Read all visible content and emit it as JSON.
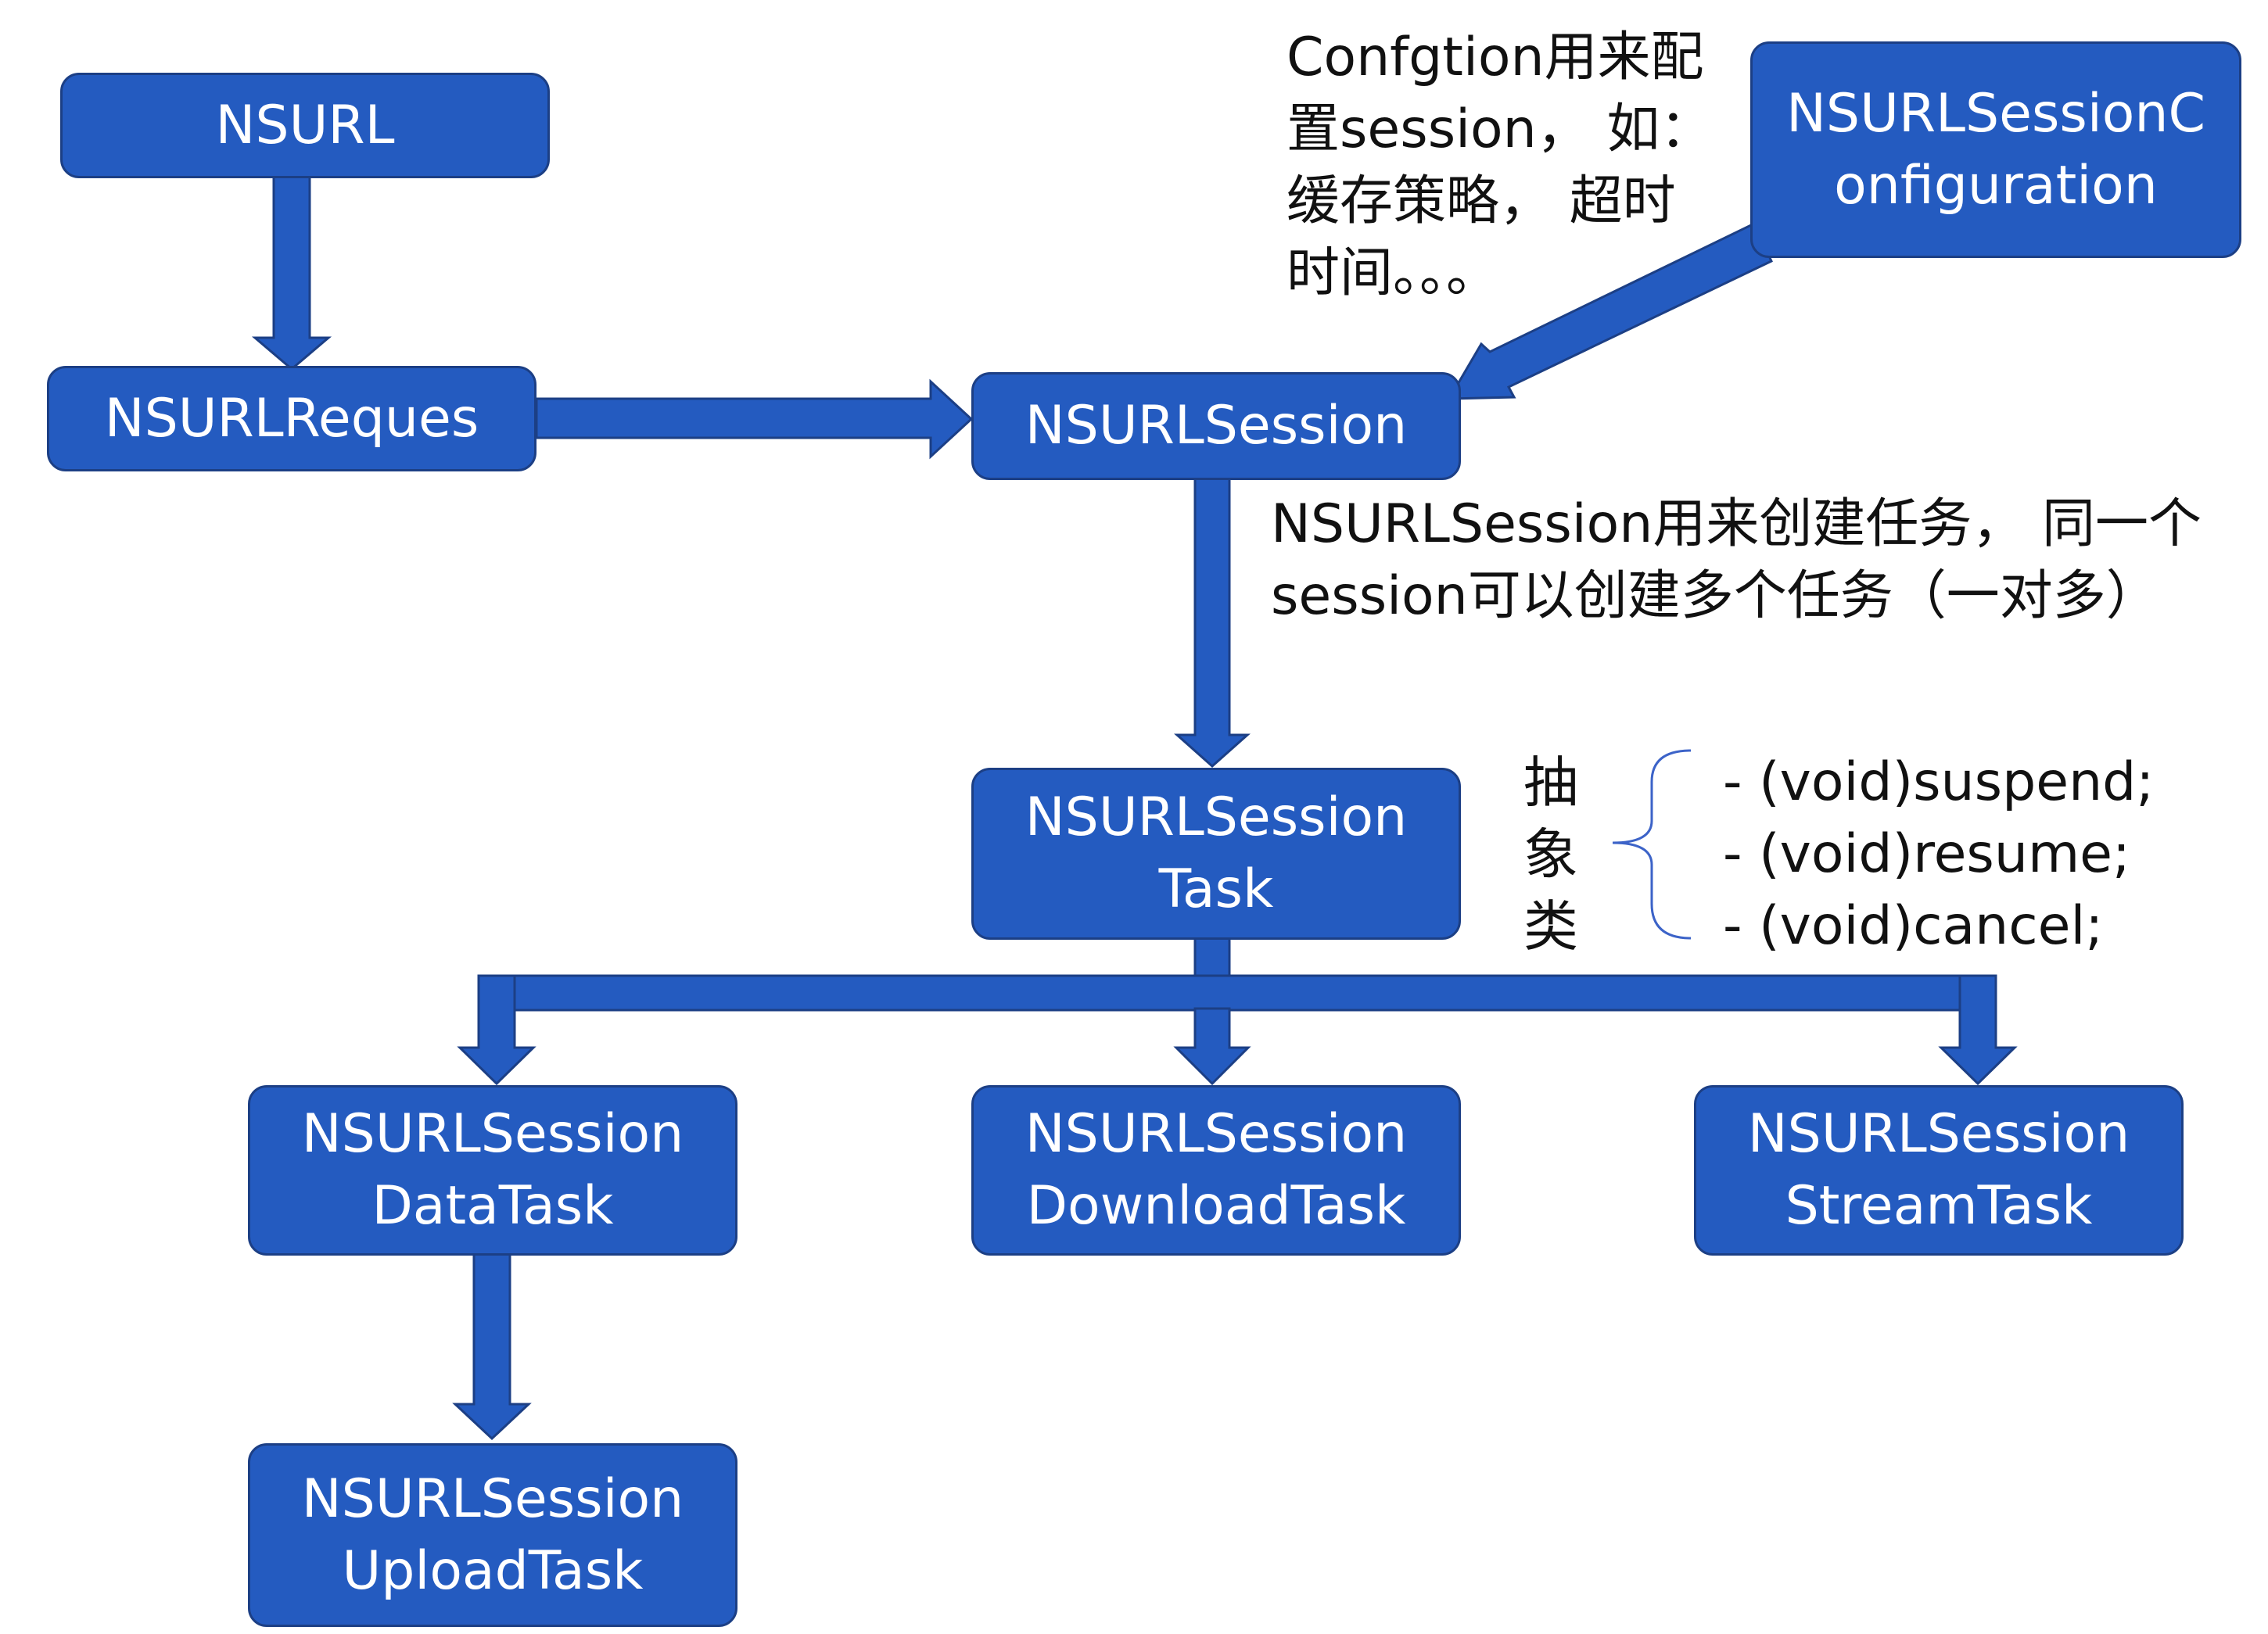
{
  "nodes": {
    "nsurl": "NSURL",
    "request": "NSURLReques",
    "config": [
      "NSURLSessionC",
      "onfiguration"
    ],
    "session": "NSURLSession",
    "task": [
      "NSURLSession",
      "Task"
    ],
    "data_task": [
      "NSURLSession",
      "DataTask"
    ],
    "download_task": [
      "NSURLSession",
      "DownloadTask"
    ],
    "stream_task": [
      "NSURLSession",
      "StreamTask"
    ],
    "upload_task": [
      "NSURLSession",
      "UploadTask"
    ]
  },
  "notes": {
    "config_note": [
      "Confgtion用来配",
      "置session， 如：",
      "缓存策略， 超时",
      "时间。。。"
    ],
    "session_note": [
      "NSURLSession用来创建任务， 同一个",
      "session可以创建多个任务（一对多）"
    ],
    "abstract_label": [
      "抽",
      "象",
      "类"
    ],
    "methods": [
      "- (void)suspend;",
      "- (void)resume;",
      "- (void)cancel;"
    ]
  },
  "colors": {
    "node_fill": "#245BC0",
    "node_border": "#1C3F85",
    "arrow_fill": "#245BC0",
    "brace": "#3C63C8"
  }
}
